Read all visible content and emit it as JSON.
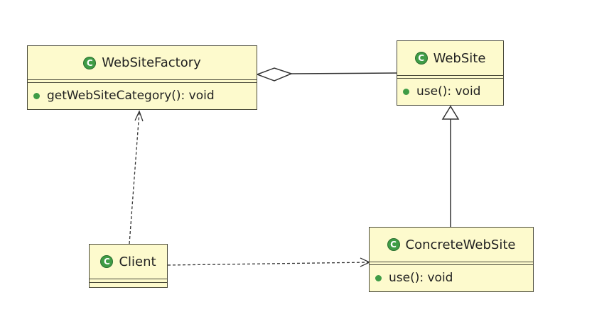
{
  "classes": {
    "factory": {
      "icon": "class-icon",
      "icon_glyph": "C",
      "name": "WebSiteFactory",
      "operation": "getWebSiteCategory(): void"
    },
    "website": {
      "icon": "class-icon",
      "icon_glyph": "C",
      "name": "WebSite",
      "operation": "use(): void"
    },
    "concrete": {
      "icon": "class-icon",
      "icon_glyph": "C",
      "name": "ConcreteWebSite",
      "operation": "use(): void"
    },
    "client": {
      "icon": "class-icon",
      "icon_glyph": "C",
      "name": "Client"
    }
  },
  "colors": {
    "class_fill": "#fdfacd",
    "class_border": "#4a4a3a",
    "icon_green": "#3f9c46",
    "connector": "#333333"
  }
}
